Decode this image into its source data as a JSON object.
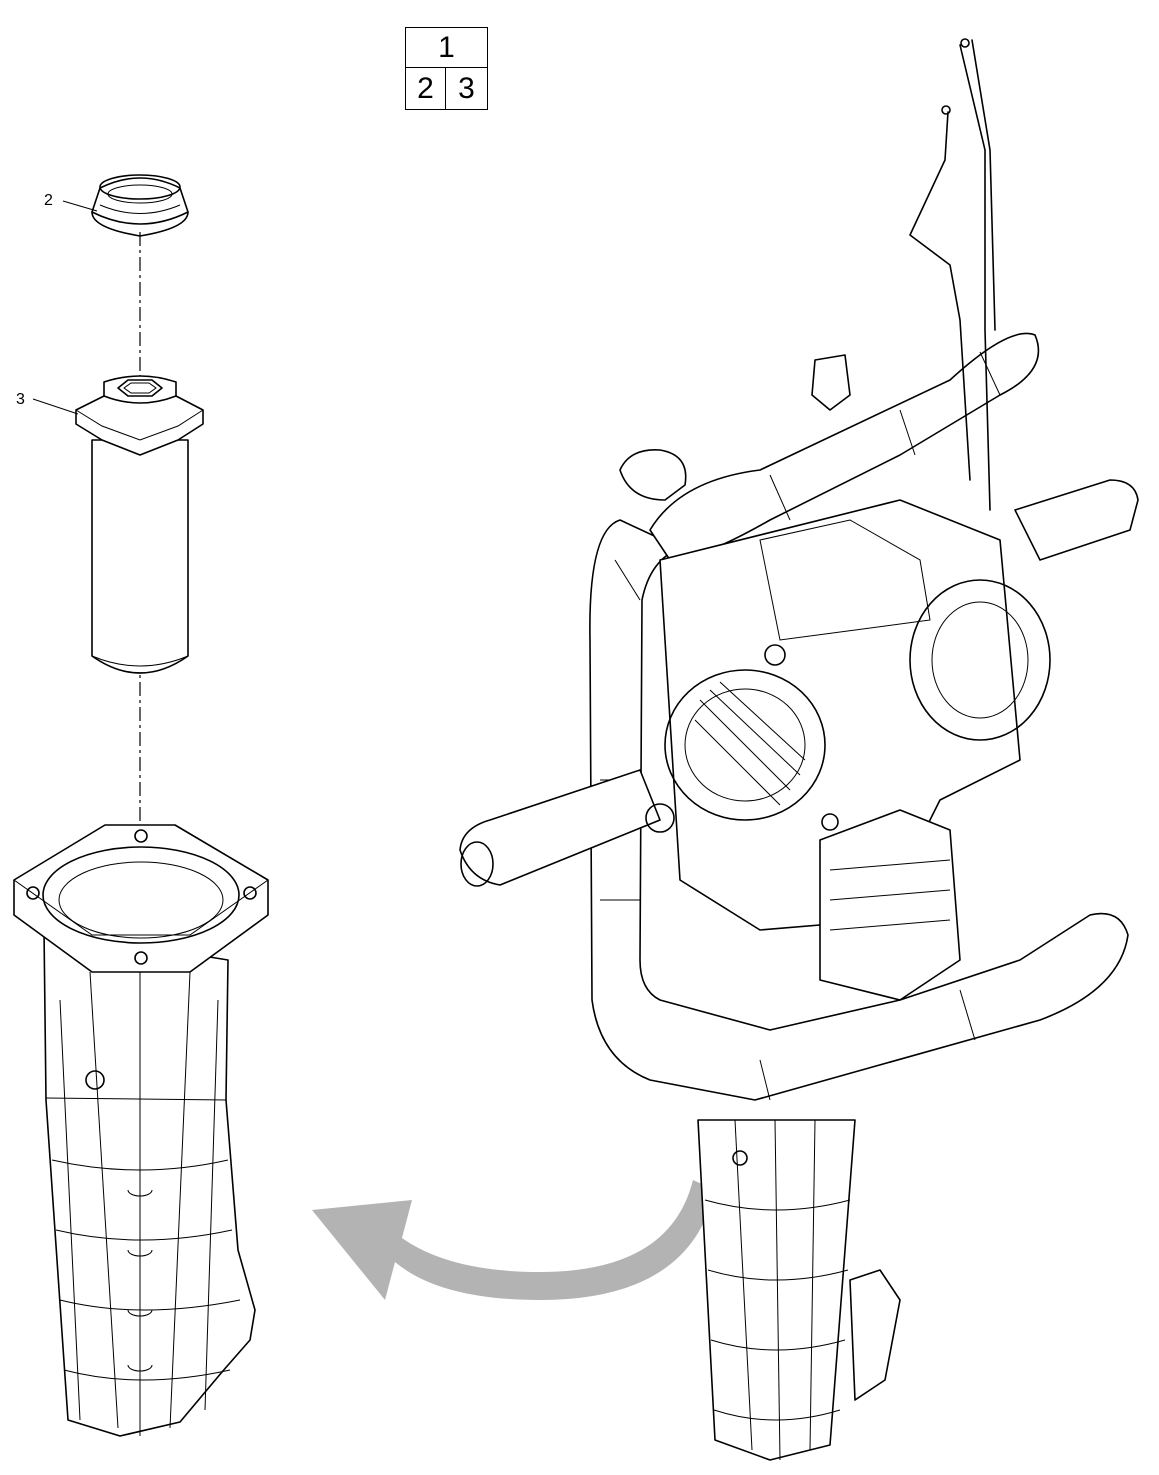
{
  "legend": {
    "top": "1",
    "bottom_left": "2",
    "bottom_right": "3"
  },
  "callouts": [
    {
      "label": "2"
    },
    {
      "label": "3"
    }
  ],
  "colors": {
    "line": "#000000",
    "arrow": "#b3b3b3",
    "background": "#ffffff"
  },
  "icons": [
    "curved-arrow-icon"
  ]
}
